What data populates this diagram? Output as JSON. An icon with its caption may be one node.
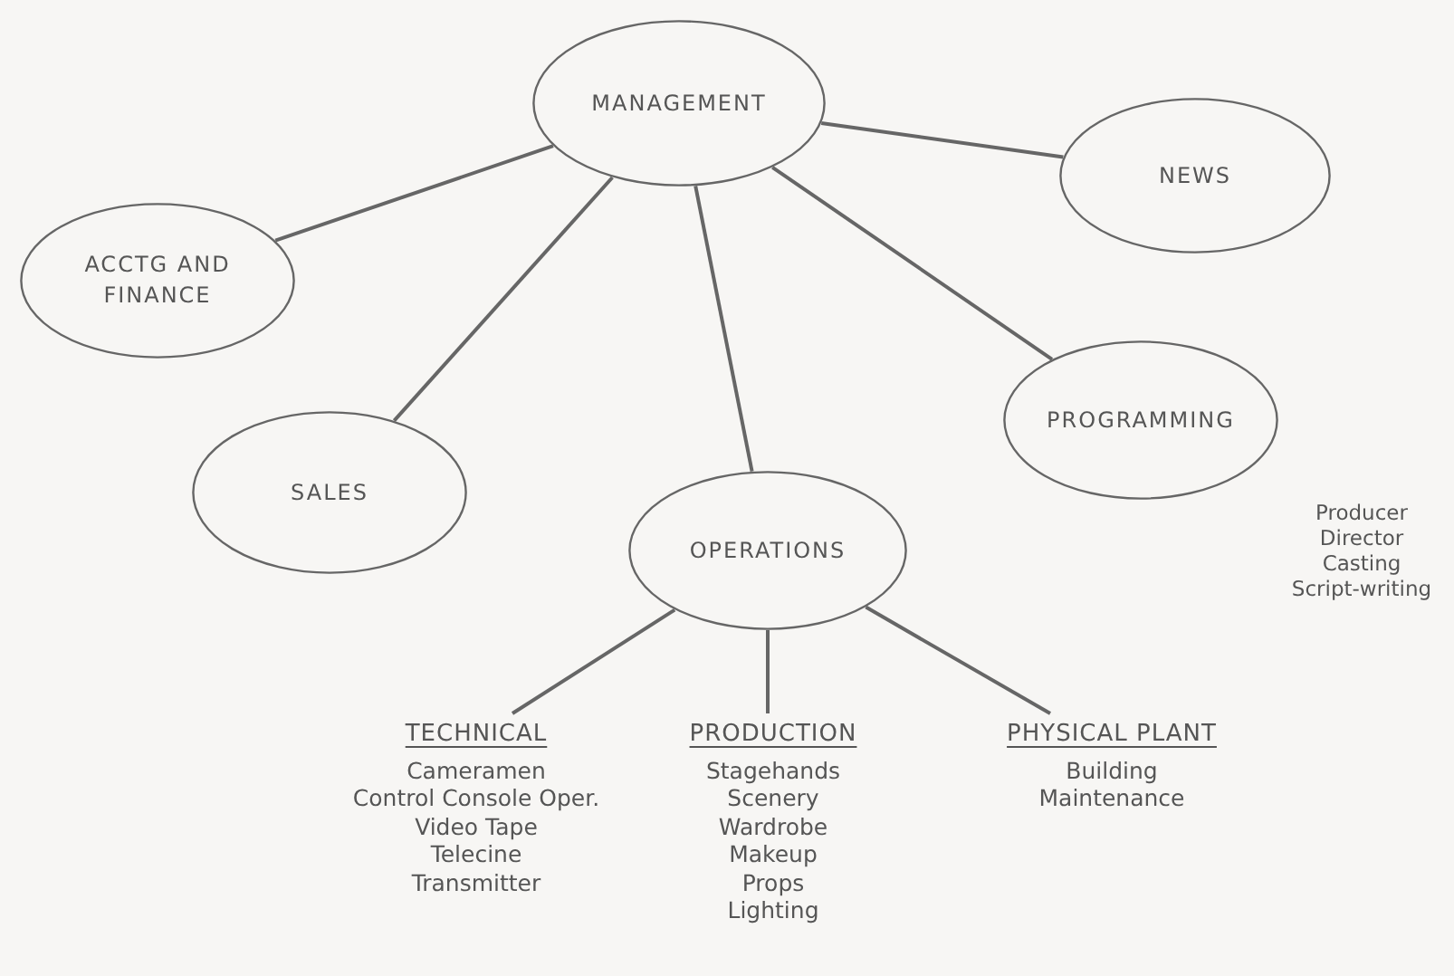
{
  "diagram": {
    "nodes": [
      {
        "text": [
          "MANAGEMENT"
        ]
      },
      {
        "text": [
          "NEWS"
        ]
      },
      {
        "text": [
          "ACCTG AND FINANCE"
        ]
      },
      {
        "text": [
          "SALES"
        ]
      },
      {
        "text": [
          "PROGRAMMING"
        ],
        "beside": [
          "Producer",
          "Director",
          "Casting",
          "Script-writing"
        ]
      },
      {
        "text": [
          "OPERATIONS"
        ]
      },
      {
        "text": [
          "TECHNICAL",
          "Cameramen",
          "Control Console Oper.",
          "Video Tape",
          "Telecine",
          "Transmitter"
        ]
      },
      {
        "text": [
          "PRODUCTION",
          "Stagehands",
          "Scenery",
          "Wardrobe",
          "Makeup",
          "Props",
          "Lighting"
        ]
      },
      {
        "text": [
          "PHYSICAL PLANT",
          "Building",
          "Maintenance"
        ]
      }
    ],
    "edges": [
      {
        "from": 0,
        "to": 1,
        "arrow": "none"
      },
      {
        "from": 0,
        "to": 2,
        "arrow": "none"
      },
      {
        "from": 0,
        "to": 3,
        "arrow": "none"
      },
      {
        "from": 0,
        "to": 5,
        "arrow": "none"
      },
      {
        "from": 0,
        "to": 4,
        "arrow": "none"
      },
      {
        "from": 5,
        "to": 6,
        "arrow": "none"
      },
      {
        "from": 5,
        "to": 7,
        "arrow": "none"
      },
      {
        "from": 5,
        "to": 8,
        "arrow": "none"
      }
    ]
  }
}
